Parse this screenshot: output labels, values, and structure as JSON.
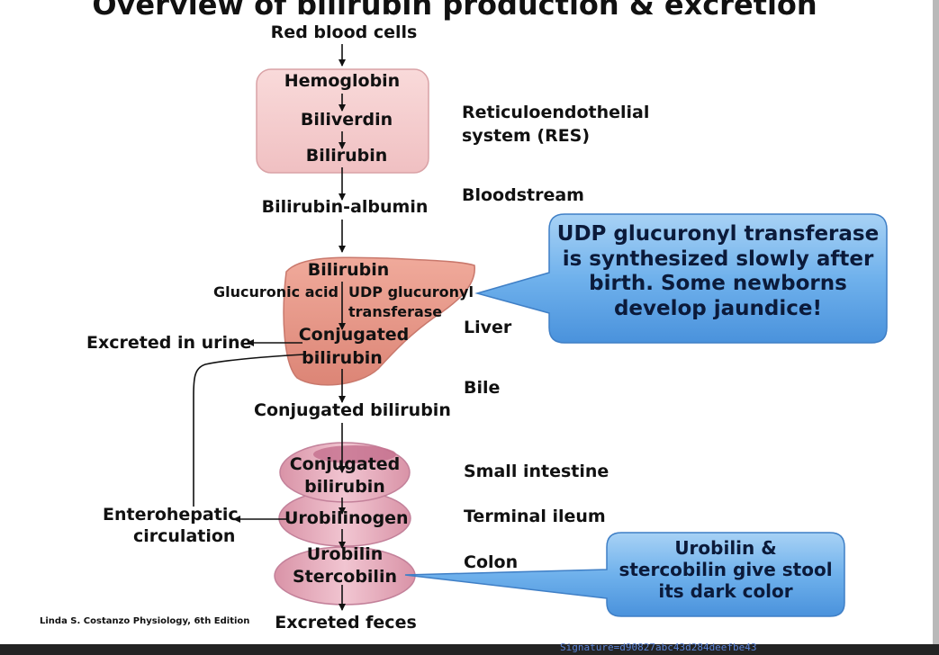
{
  "title": "Overview of bilirubin production & excretion",
  "pathway": {
    "red_blood_cells": "Red blood cells",
    "hemoglobin": "Hemoglobin",
    "biliverdin": "Biliverdin",
    "bilirubin_res": "Bilirubin",
    "bilirubin_albumin": "Bilirubin-albumin",
    "bilirubin_liver": "Bilirubin",
    "glucuronic_acid": "Glucuronic acid",
    "udp_enzyme_line1": "UDP glucuronyl",
    "udp_enzyme_line2": "transferase",
    "conjugated_liver_line1": "Conjugated",
    "conjugated_liver_line2": "bilirubin",
    "excreted_urine": "Excreted in urine",
    "conjugated_bilirubin": "Conjugated bilirubin",
    "conjugated_intestine_line1": "Conjugated",
    "conjugated_intestine_line2": "bilirubin",
    "urobilinogen": "Urobilinogen",
    "urobilin": "Urobilin",
    "stercobilin": "Stercobilin",
    "excreted_feces": "Excreted feces",
    "enterohepatic_line1": "Enterohepatic",
    "enterohepatic_line2": "circulation"
  },
  "locations": {
    "res_line1": "Reticuloendothelial",
    "res_line2": "system (RES)",
    "bloodstream": "Bloodstream",
    "liver": "Liver",
    "bile": "Bile",
    "small_intestine": "Small intestine",
    "terminal_ileum": "Terminal ileum",
    "colon": "Colon"
  },
  "callouts": {
    "udp": [
      "UDP glucuronyl transferase",
      "is synthesized slowly after",
      "birth. Some newborns",
      "develop jaundice!"
    ],
    "stool": [
      "Urobilin &",
      "stercobilin give stool",
      "its dark color"
    ]
  },
  "credit": "Linda S. Costanzo Physiology, 6th Edition",
  "bottom_bar_text": "Signature=d90827abc43d284deefbe43",
  "colors": {
    "res_box": "#f4cccd",
    "liver": "#e7978a",
    "intestine": "#e3a9b8",
    "callout": "#6fb1ec"
  }
}
